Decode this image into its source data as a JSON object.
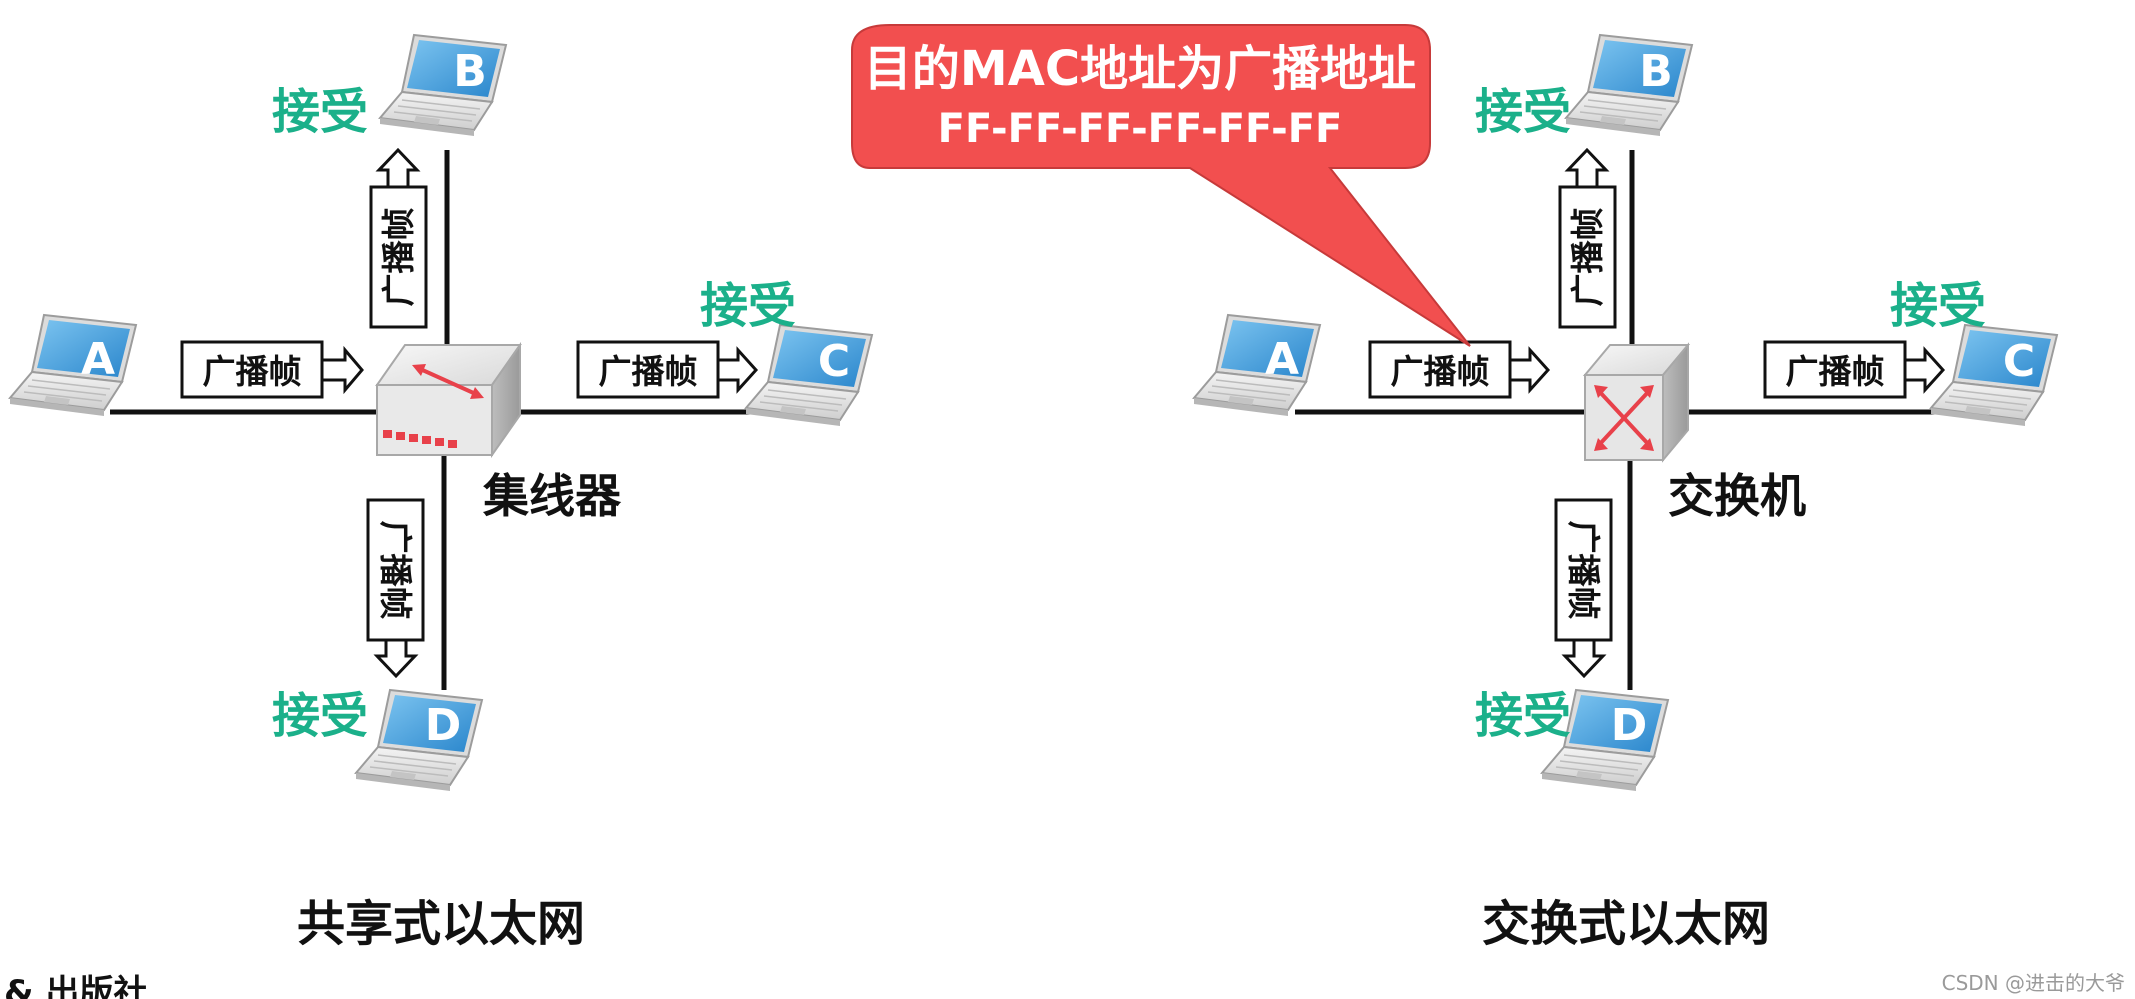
{
  "callout": {
    "title": "目的MAC地址为广播地址",
    "subtitle": "FF-FF-FF-FF-FF-FF",
    "fill_color": "#f24f4f"
  },
  "shared_ethernet": {
    "title": "共享式以太网",
    "device_label": "集线器",
    "device_icon": "hub-icon",
    "hosts": {
      "A": "A",
      "B": "B",
      "C": "C",
      "D": "D"
    },
    "accept_labels": {
      "B": "接受",
      "C": "接受",
      "D": "接受"
    },
    "frame_labels": {
      "left": "广播帧",
      "right": "广播帧",
      "up": "广播帧",
      "down": "广播帧"
    }
  },
  "switched_ethernet": {
    "title": "交换式以太网",
    "device_label": "交换机",
    "device_icon": "switch-icon",
    "hosts": {
      "A": "A",
      "B": "B",
      "C": "C",
      "D": "D"
    },
    "accept_labels": {
      "B": "接受",
      "C": "接受",
      "D": "接受"
    },
    "frame_labels": {
      "left": "广播帧",
      "right": "广播帧",
      "up": "广播帧",
      "down": "广播帧"
    }
  },
  "watermark": "CSDN @进击的大爷",
  "corner_text": "& 出版社",
  "colors": {
    "accept_green": "#1bb08a",
    "laptop_screen": "#3a9bdc",
    "line_black": "#111111",
    "hub_port_red": "#e8414a"
  }
}
